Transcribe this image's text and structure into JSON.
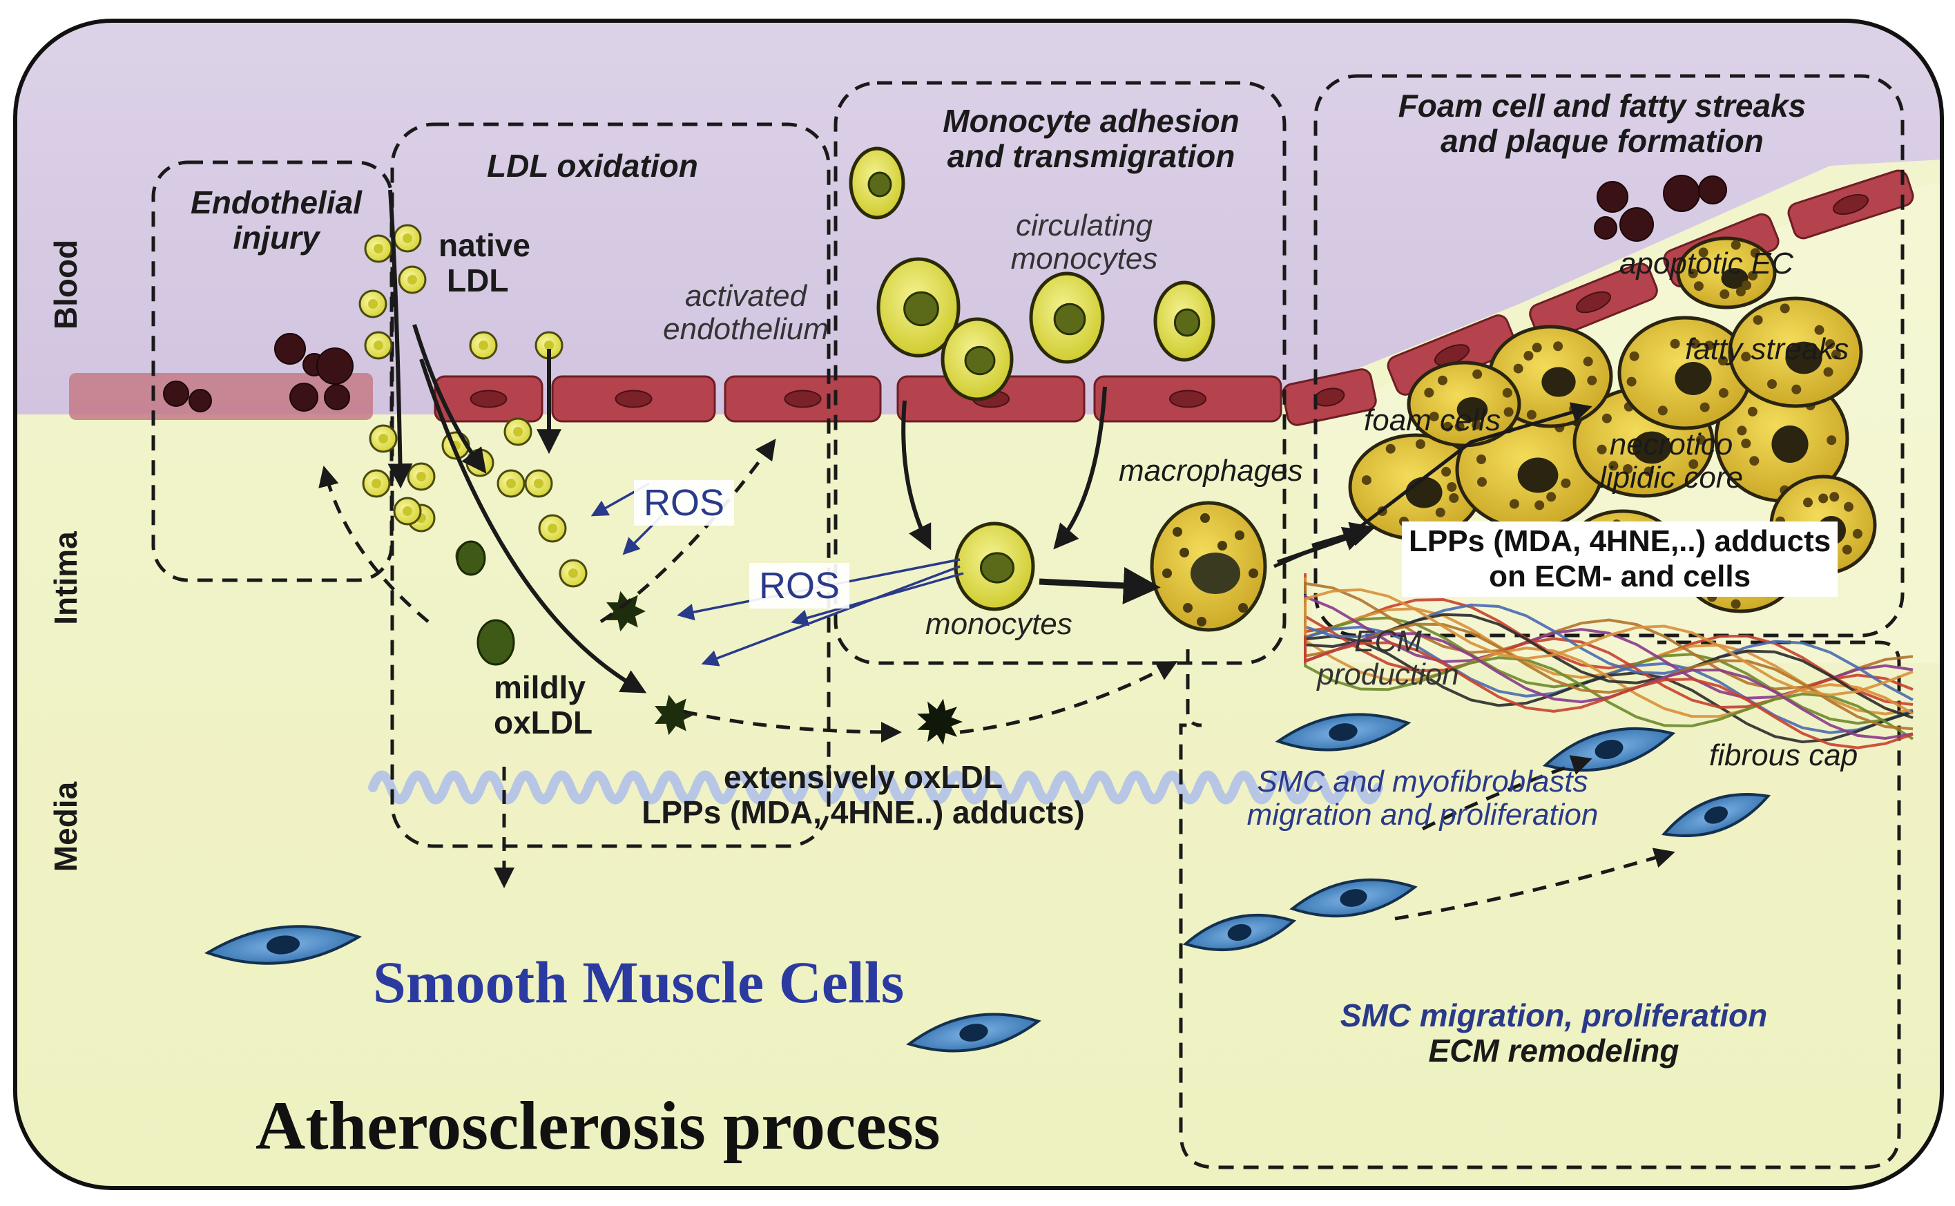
{
  "zones": {
    "blood": "Blood",
    "intima": "Intima",
    "media": "Media"
  },
  "steps": {
    "endothelial_injury": [
      "Endothelial",
      "injury"
    ],
    "ldl_oxidation": "LDL oxidation",
    "monocyte": [
      "Monocyte adhesion",
      "and transmigration"
    ],
    "foam": [
      "Foam cell and fatty streaks",
      "and plaque formation"
    ],
    "smc": [
      "SMC migration, proliferation",
      "ECM remodeling"
    ]
  },
  "labels": {
    "native_ldl": [
      "native",
      "LDL"
    ],
    "activated_endothelium": [
      "activated",
      "endothelium"
    ],
    "circulating_monocytes": [
      "circulating",
      "monocytes"
    ],
    "apoptotic_ec": "apoptotic EC",
    "fatty_streaks": "fatty streaks",
    "foam_cells": "foam cells",
    "necrotic_core": [
      "necrotico",
      "lipidic core"
    ],
    "macrophages": "macrophages",
    "ros_1": "ROS",
    "ros_2": "ROS",
    "monocytes": "monocytes",
    "lpps_cells": [
      "LPPs (MDA, 4HNE,..) adducts",
      "on ECM- and cells"
    ],
    "ecm_production": [
      "ECM",
      "production"
    ],
    "mildly_oxldl": [
      "mildly",
      "oxLDL"
    ],
    "extensively_oxldl": [
      "extensively oxLDL",
      "LPPs (MDA, 4HNE..) adducts)"
    ],
    "smc_myofibroblasts": [
      "SMC and myofibroblasts",
      "migration and proliferation"
    ],
    "fibrous_cap": "fibrous cap",
    "smooth_muscle_cells": "Smooth Muscle Cells",
    "title": "Atherosclerosis process"
  },
  "colors": {
    "blood": "#d9cde6",
    "tissue": "#f0f3c6",
    "endothelium": "#b5464e",
    "ldl": "#e8e64a",
    "monocyte": "#e2e04a",
    "foam_cell": "#e6c83a",
    "smc": "#3d7fc0",
    "smc_label": "#2a3aa0",
    "arrow_blue": "#2a3a8a"
  }
}
